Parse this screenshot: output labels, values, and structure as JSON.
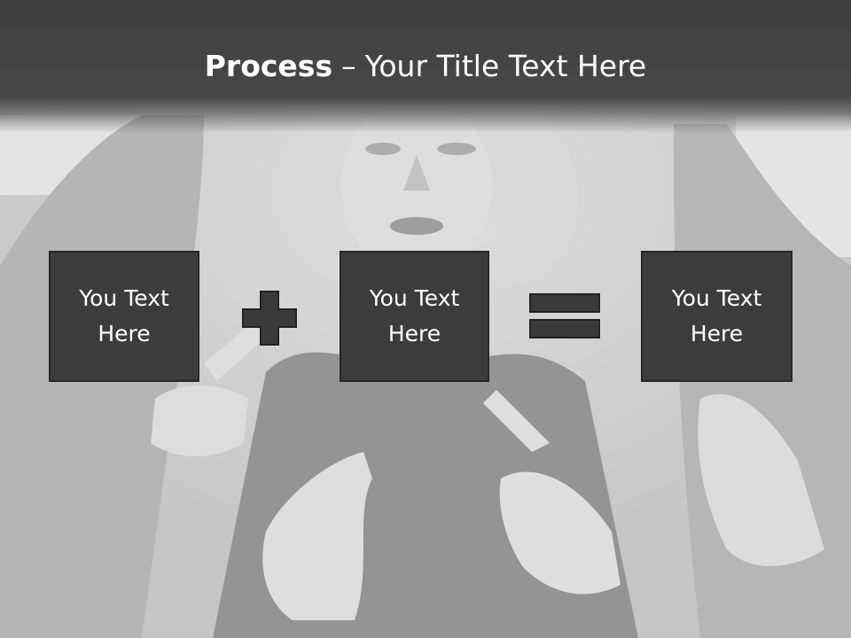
{
  "slide": {
    "title_bold": "Process",
    "title_separator": "–",
    "title_rest": "Your Title Text Here"
  },
  "boxes": [
    {
      "line1": "You Text",
      "line2": "Here"
    },
    {
      "line1": "You Text",
      "line2": "Here"
    },
    {
      "line1": "You Text",
      "line2": "Here"
    }
  ],
  "operators": {
    "first": "plus-icon",
    "second": "equals-icon"
  },
  "colors": {
    "title_bar": "#444444",
    "box_fill": "#3c3c3c",
    "box_border": "#262626",
    "operator_fill": "#3a3a3a",
    "text": "#ffffff"
  }
}
